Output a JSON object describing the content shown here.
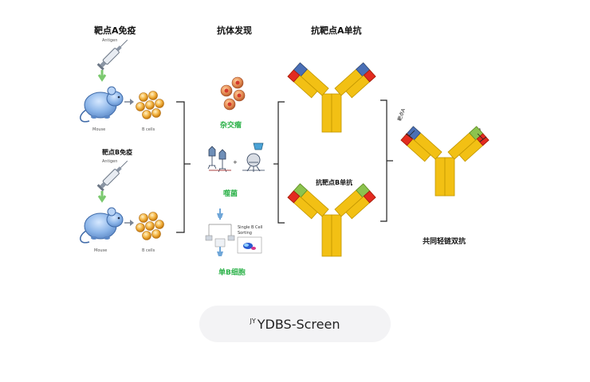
{
  "col1": {
    "header_a": "靶点A免疫",
    "header_b": "靶点B免疫",
    "antigen_label": "Antigen",
    "mouse_label": "Mouse",
    "bcells_label": "B cells"
  },
  "col2": {
    "header": "抗体发现",
    "hybridoma": "杂交瘤",
    "phage": "噬菌",
    "single_b": "单B细胞",
    "sorting_text_1": "Single B Cell",
    "sorting_text_2": "Sorting"
  },
  "col3": {
    "header_a": "抗靶点A单抗",
    "header_b": "抗靶点B单抗"
  },
  "col4": {
    "target_a": "靶点A",
    "target_b": "靶点B",
    "caption": "共同轻链双抗"
  },
  "brand": {
    "prefix": "JY",
    "name": "YDBS-Screen"
  },
  "colors": {
    "antibody_yellow": "#f2c014",
    "blue_domain": "#4a6fb5",
    "red_domain": "#e32b1f",
    "green_domain": "#8cc34e",
    "green_text": "#2db24a",
    "mouse_blue": "#8ab4e8",
    "cell_orange": "#f0a830",
    "hybridoma_red": "#d9453a"
  }
}
